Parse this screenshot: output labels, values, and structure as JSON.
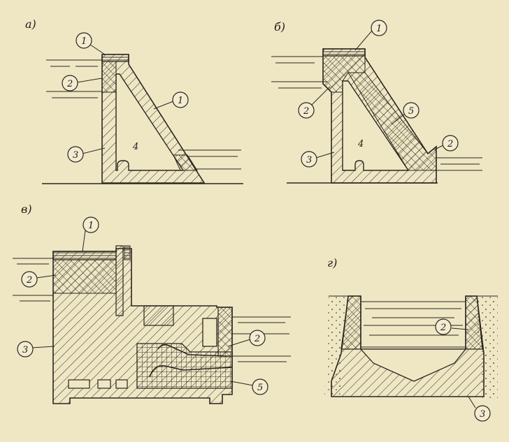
{
  "panels": [
    {
      "id": "a",
      "label": "а)",
      "callouts": [
        "1",
        "2",
        "1",
        "3",
        "4"
      ]
    },
    {
      "id": "b",
      "label": "б)",
      "callouts": [
        "1",
        "2",
        "5",
        "2",
        "3",
        "4"
      ]
    },
    {
      "id": "v",
      "label": "в)",
      "callouts": [
        "1",
        "2",
        "3",
        "2",
        "5"
      ]
    },
    {
      "id": "g",
      "label": "г)",
      "callouts": [
        "2",
        "3"
      ]
    }
  ]
}
